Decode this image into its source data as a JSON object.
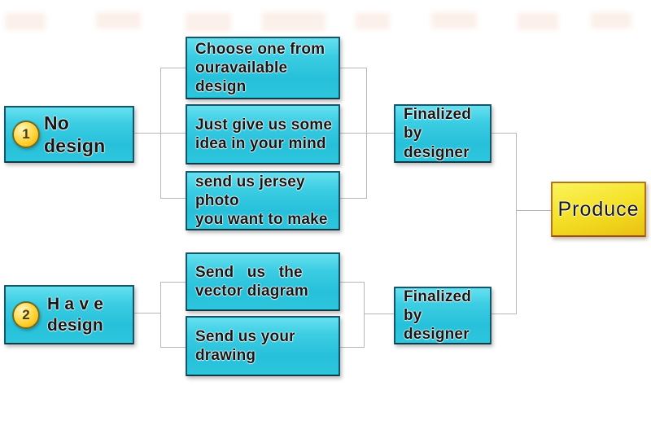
{
  "diagram": {
    "title": "design workflow flowchart",
    "path1": {
      "number": "1",
      "label": "No design",
      "option_choose": "Choose one from\nouravailable design",
      "option_idea": "Just give us some\nidea in your mind",
      "option_jersey": "send us jersey photo\nyou want to make",
      "finalized": "Finalized by\ndesigner"
    },
    "path2": {
      "number": "2",
      "label": "H a v e\ndesign",
      "option_vector": "Send   us   the\nvector diagram",
      "option_drawing": "Send us your\ndrawing",
      "finalized": "Finalized by\ndesigner"
    },
    "produce": "Produce",
    "colors": {
      "box_cyan": "#2cc5dd",
      "box_cyan_highlight": "#66e0f0",
      "box_border": "#14566a",
      "badge_yellow": "#ffd02e",
      "badge_border": "#6b6b25",
      "produce_yellow": "#f0d51c",
      "produce_border": "#b5731d",
      "connector_gray": "#b7b7b7",
      "text": "#161616",
      "background": "#ffffff"
    }
  }
}
